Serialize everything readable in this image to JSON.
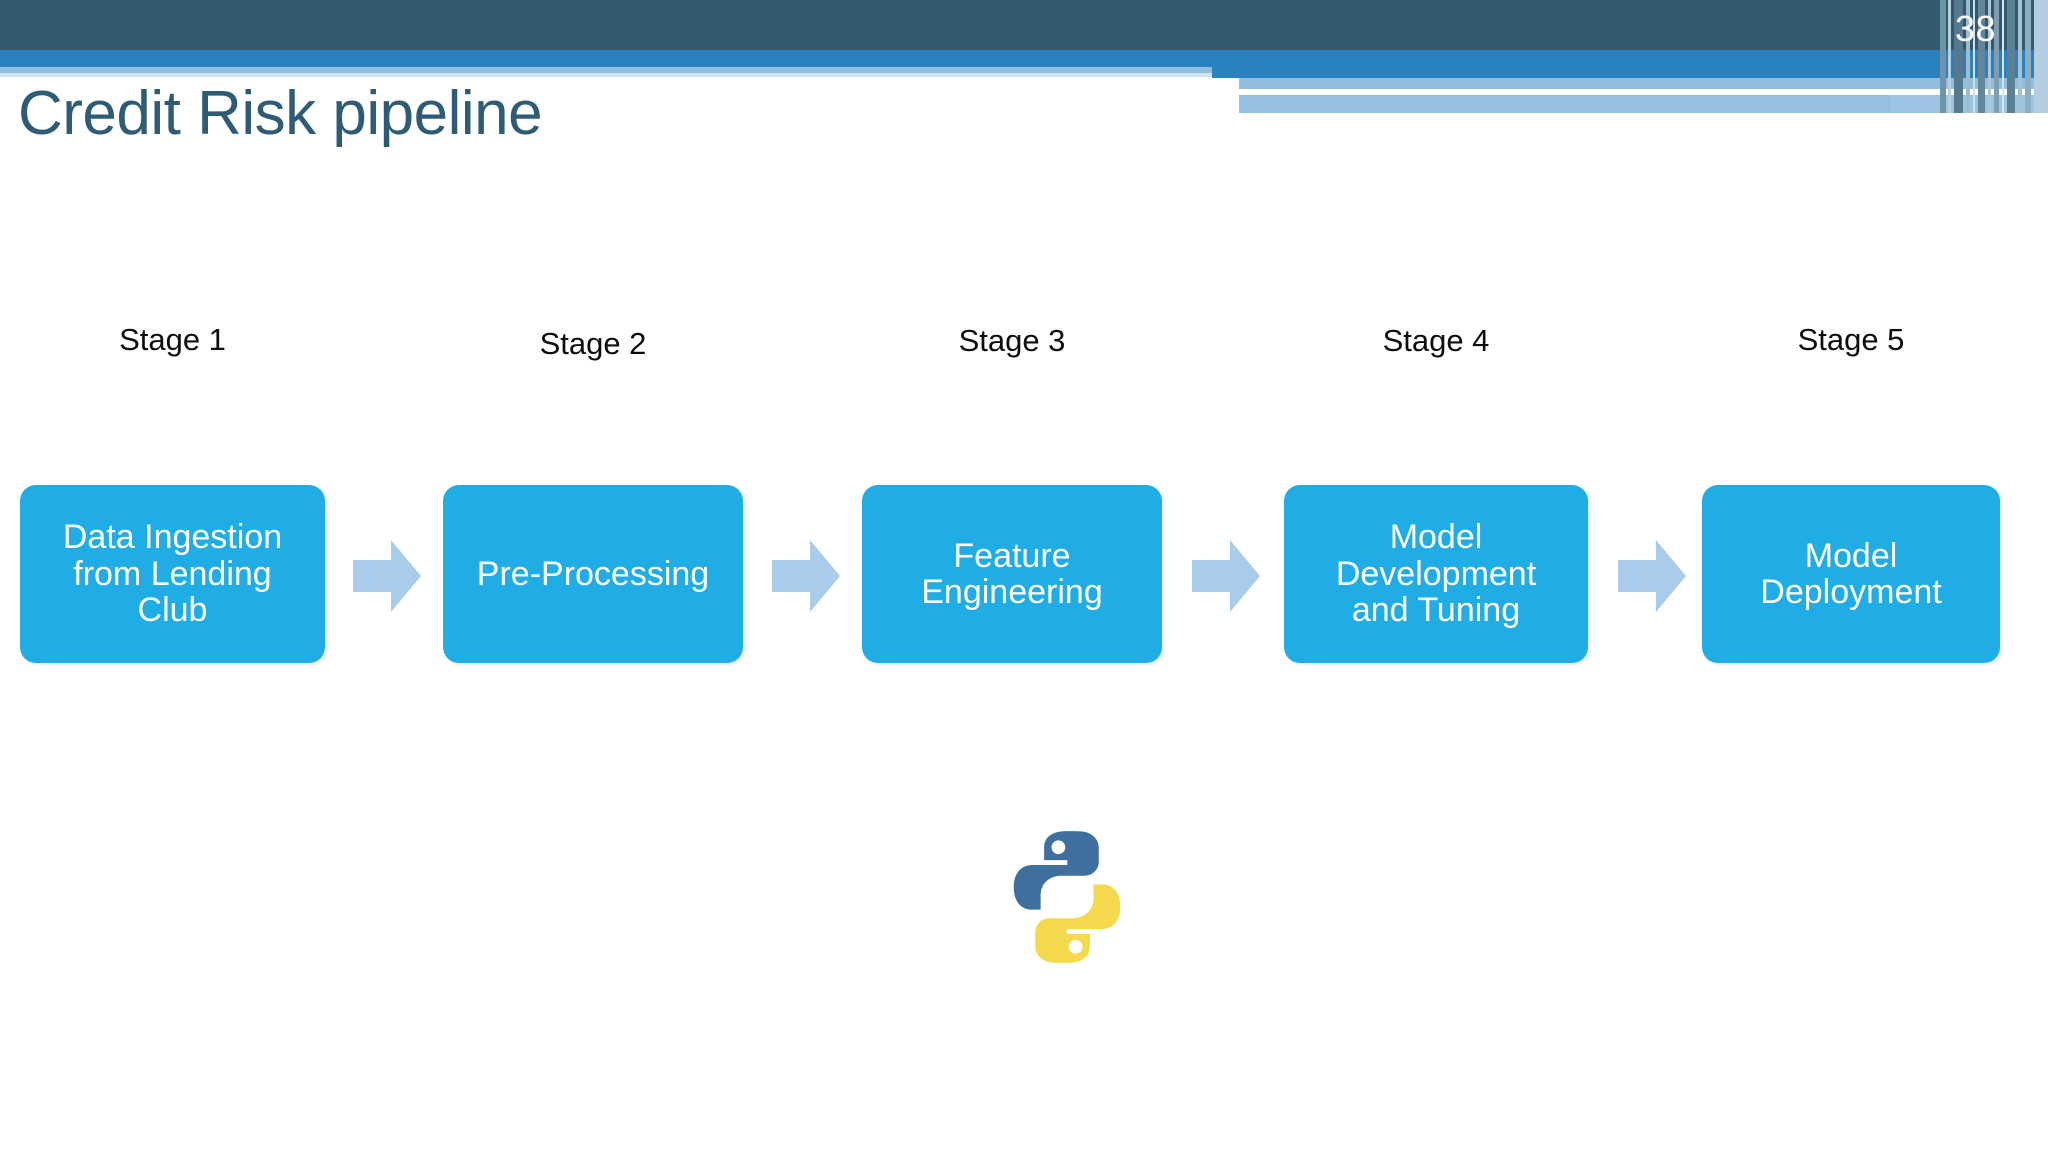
{
  "slide": {
    "page_number": "38",
    "title": "Credit Risk pipeline",
    "background_color": "#ffffff",
    "title_color": "#2e5c77"
  },
  "header": {
    "dark_band_color": "#33596f",
    "mid_band_color": "#2a81bd",
    "light_band_color": "#8fbede",
    "pale_band_color": "#96c0e2"
  },
  "pipeline": {
    "box_color": "#20ace5",
    "box_text_color": "#ffffff",
    "arrow_color": "#a8cce9",
    "stages": [
      {
        "label": "Stage 1",
        "lines": [
          "Data Ingestion",
          "from Lending",
          "Club"
        ]
      },
      {
        "label": "Stage 2",
        "lines": [
          "Pre-Processing"
        ]
      },
      {
        "label": "Stage 3",
        "lines": [
          "Feature",
          "Engineering"
        ]
      },
      {
        "label": "Stage 4",
        "lines": [
          "Model",
          "Development",
          "and Tuning"
        ]
      },
      {
        "label": "Stage 5",
        "lines": [
          "Model",
          "Deployment"
        ]
      }
    ]
  },
  "logo": {
    "name": "python-logo",
    "blue": "#3f6f9f",
    "yellow": "#f5d94d"
  }
}
